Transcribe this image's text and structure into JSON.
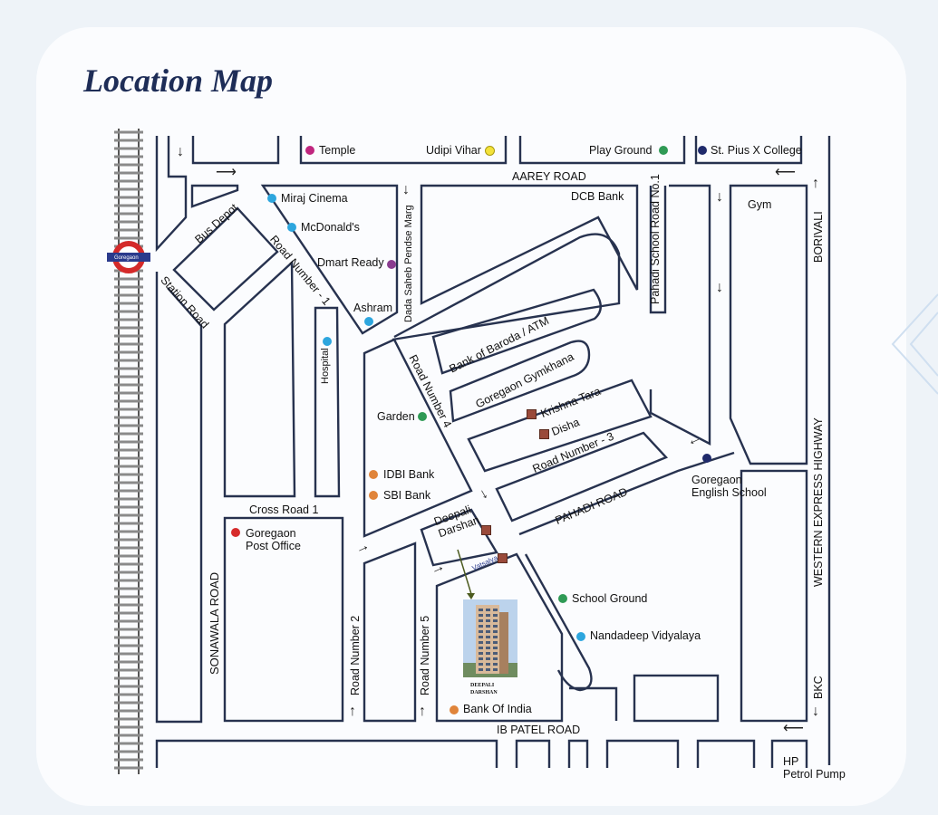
{
  "title": "Location Map",
  "station": {
    "name": "Goregaon"
  },
  "landmarks": {
    "temple": "Temple",
    "udipi": "Udipi Vihar",
    "playground": "Play Ground",
    "st_pius": "St. Pius X College",
    "miraj": "Miraj Cinema",
    "mcdonalds": "McDonald's",
    "dmart": "Dmart Ready",
    "ashram": "Ashram",
    "hospital": "Hospital",
    "dcb": "DCB Bank",
    "gym": "Gym",
    "bank_of_baroda": "Bank of Baroda / ATM",
    "gymkhana": "Goregaon Gymkhana",
    "krishna_tara": "Krishna Tara",
    "disha": "Disha",
    "garden": "Garden",
    "idbi": "IDBI Bank",
    "sbi": "SBI Bank",
    "post_office": "Goregaon\nPost Office",
    "english_school": "Goregaon\nEnglish School",
    "deepali": "Deepali\nDarshan",
    "vatsalya": "Vatsalya",
    "school_ground": "School Ground",
    "nandadeep": "Nandadeep Vidyalaya",
    "bank_of_india": "Bank Of India",
    "petrol_pump": "HP\nPetrol Pump",
    "building_caption": "DEEPALI\nDARSHAN"
  },
  "roads": {
    "aarey": "AAREY ROAD",
    "bus_depot": "Bus Depot",
    "station_road": "Station Road",
    "road_number_1": "Road Number - 1",
    "dada_saheb": "Dada Saheb Pendse Marg",
    "pahadi_school": "Pahadi School Road No.1",
    "road_number_4": "Road Number 4",
    "road_number_3": "Road Number - 3",
    "pahadi_road": "PAHADI ROAD",
    "cross_road_1": "Cross Road 1",
    "sonawala": "SONAWALA ROAD",
    "road_number_2": "Road Number 2",
    "road_number_5": "Road Number 5",
    "ib_patel": "IB PATEL ROAD",
    "highway": "WESTERN EXPRESS HIGHWAY",
    "borivali": "BORIVALI",
    "bkc": "BKC"
  },
  "colors": {
    "road": "#27324f",
    "title": "#1e2d57",
    "pink": "#c0267f",
    "yellow": "#f3e23a",
    "green": "#2f9a55",
    "navy": "#1f2a6b",
    "cyan": "#2da6de",
    "purple": "#8a3c8f",
    "orange": "#e0843a",
    "red": "#d62b2b",
    "brown": "#9a4a3a"
  }
}
